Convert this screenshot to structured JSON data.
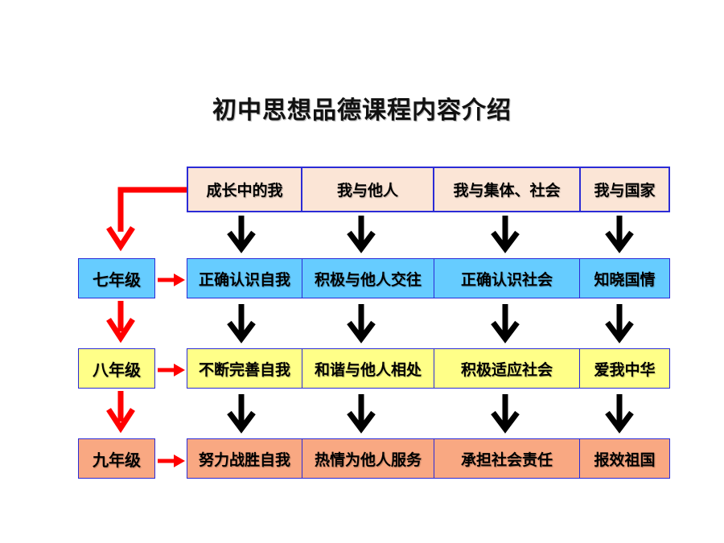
{
  "title": "初中思想品德课程内容介绍",
  "themes": [
    "成长中的我",
    "我与他人",
    "我与集体、社会",
    "我与国家"
  ],
  "grades": [
    {
      "label": "七年级",
      "color": "#66ccff",
      "items": [
        "正确认识自我",
        "积极与他人交往",
        "正确认识社会",
        "知晓国情"
      ]
    },
    {
      "label": "八年级",
      "color": "#ffff88",
      "items": [
        "不断完善自我",
        "和谐与他人相处",
        "积极适应社会",
        "爱我中华"
      ]
    },
    {
      "label": "九年级",
      "color": "#f9a882",
      "items": [
        "努力战胜自我",
        "热情为他人服务",
        "承担社会责任",
        "报效祖国"
      ]
    }
  ],
  "colors": {
    "theme_fill": "#fbe5d6",
    "border": "#2b2bd6",
    "red_arrow": "#ff0000",
    "black_arrow": "#000000"
  }
}
